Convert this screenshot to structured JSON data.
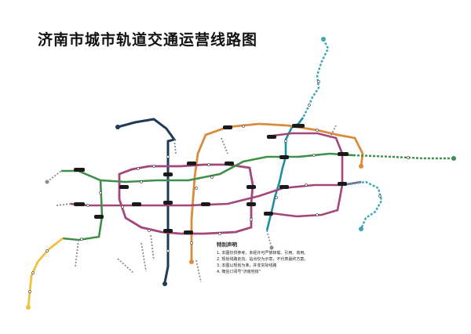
{
  "map": {
    "title": "济南市城市轨道交通运营线路图",
    "line_colors": {
      "line_dark_navy": "#1f3b57",
      "line_teal": "#1a8fa6",
      "line_orange": "#d98b3e",
      "line_purple": "#a3467a",
      "line_green": "#3f8f4a",
      "line_yellow": "#f0c040",
      "line_dotted_grey": "#8a8a8a",
      "line_dotted_teal": "#3aa6b8"
    },
    "legend": {
      "heading": "特别声明",
      "notes": [
        "1. 本图仅供参考，未经许可严禁转载、引用、商用。",
        "2. 规划线路走向、站点仅为示意，不代表最终方案。",
        "3. 本图以规划为准，并非实际线路",
        "4. 微信订阅号\"济南地铁\""
      ]
    }
  }
}
